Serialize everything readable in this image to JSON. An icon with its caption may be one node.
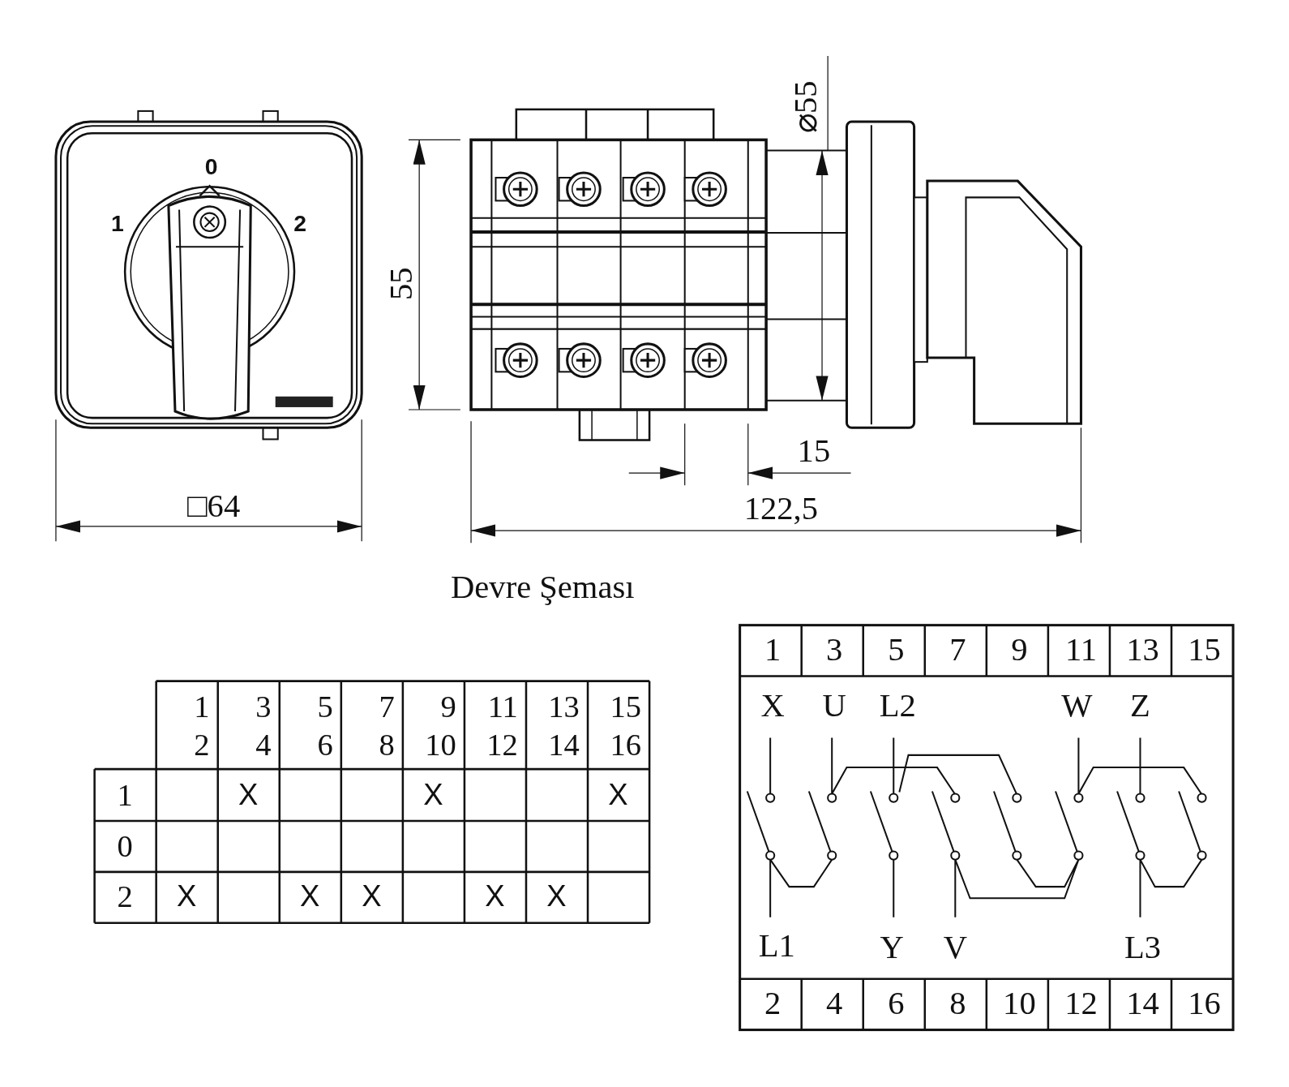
{
  "diagram": {
    "labels": [
      "0",
      "1",
      "2",
      "⌀55",
      "55",
      "15",
      "□64",
      "122,5",
      "Devre Şeması",
      "1 2",
      "3 4",
      "5 6",
      "7 8",
      "9 10",
      "11 12",
      "13 14",
      "15 16",
      "1",
      "X",
      "X",
      "X",
      "0",
      "2",
      "X",
      "X",
      "X",
      "X",
      "X",
      "1",
      "3",
      "5",
      "7",
      "9",
      "11",
      "13",
      "15",
      "X",
      "U",
      "L2",
      "W",
      "Z",
      "L1",
      "Y",
      "V",
      "L3",
      "2",
      "4",
      "6",
      "8",
      "10",
      "12",
      "14",
      "16"
    ]
  }
}
